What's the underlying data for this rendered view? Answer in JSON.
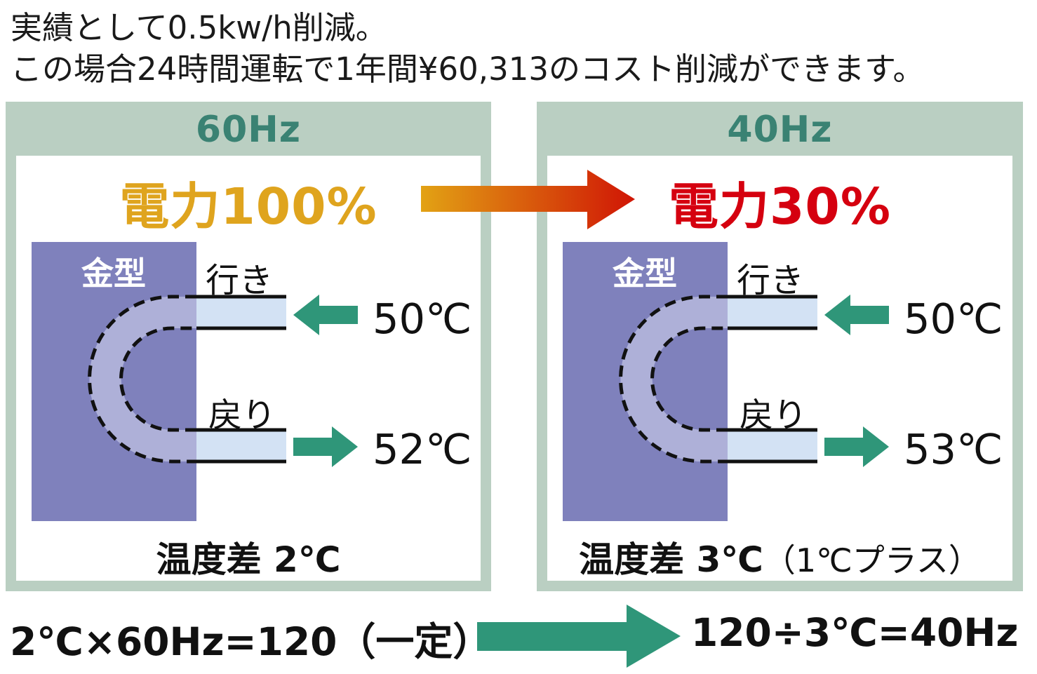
{
  "intro": {
    "line1": "実績として0.5kw/h削減。",
    "line2": "この場合24時間運転で1年間¥60,313のコスト削減ができます。"
  },
  "panels": [
    {
      "id": "60hz",
      "header": "60Hz",
      "power_label": "電力100%",
      "power_color": "#dfa41e",
      "mold_label": "金型",
      "outbound_label": "行き",
      "outbound_temp": "50℃",
      "return_label": "戻り",
      "return_temp": "52℃",
      "diff_label": "温度差 2℃",
      "diff_note": ""
    },
    {
      "id": "40hz",
      "header": "40Hz",
      "power_label": "電力30%",
      "power_color": "#d5000f",
      "mold_label": "金型",
      "outbound_label": "行き",
      "outbound_temp": "50℃",
      "return_label": "戻り",
      "return_temp": "53℃",
      "diff_label": "温度差 3℃",
      "diff_note": "（1℃プラス）"
    }
  ],
  "formula": {
    "left": "2℃×60Hz=120（一定）",
    "right": "120÷3℃=40Hz"
  },
  "icons": {
    "power_reduction_arrow": "gradient-right-arrow",
    "coolant_in_arrow": "left-arrow",
    "coolant_out_arrow": "right-arrow",
    "formula_arrow": "right-arrow"
  },
  "colors": {
    "frame_sage": "#bacfc2",
    "heading_teal": "#3a8273",
    "arrow_teal": "#2f9679",
    "power_100_orange": "#dfa41e",
    "power_30_red": "#d5000f",
    "mold_purple": "#7f81bc",
    "pipe_inside_mold": "#aeb0d8",
    "pipe_outside_mold": "#d3e2f4",
    "gradient_arrow_from": "#e2a214",
    "gradient_arrow_to": "#d01505"
  }
}
